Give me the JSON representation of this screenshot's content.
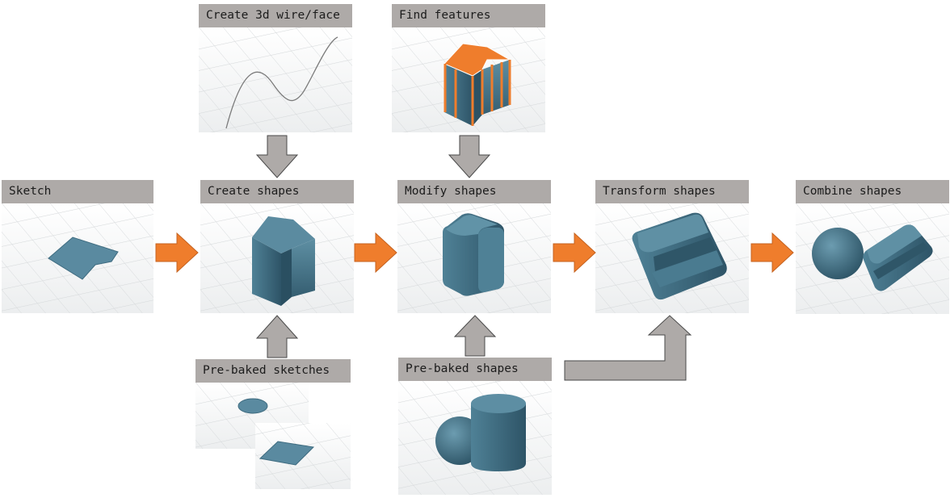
{
  "nodes": {
    "sketch": "Sketch",
    "create_wire": "Create 3d wire/face",
    "find_features": "Find features",
    "create_shapes": "Create shapes",
    "modify_shapes": "Modify shapes",
    "transform_shapes": "Transform shapes",
    "combine_shapes": "Combine shapes",
    "prebaked_sketches": "Pre-baked sketches",
    "prebaked_shapes": "Pre-baked shapes"
  },
  "colors": {
    "flow_arrow": "#ef7d2c",
    "input_arrow": "#aeaaa8",
    "label_bg": "#aeaaa8",
    "shape": "#3e6b80",
    "highlight": "#ef7d2c"
  }
}
